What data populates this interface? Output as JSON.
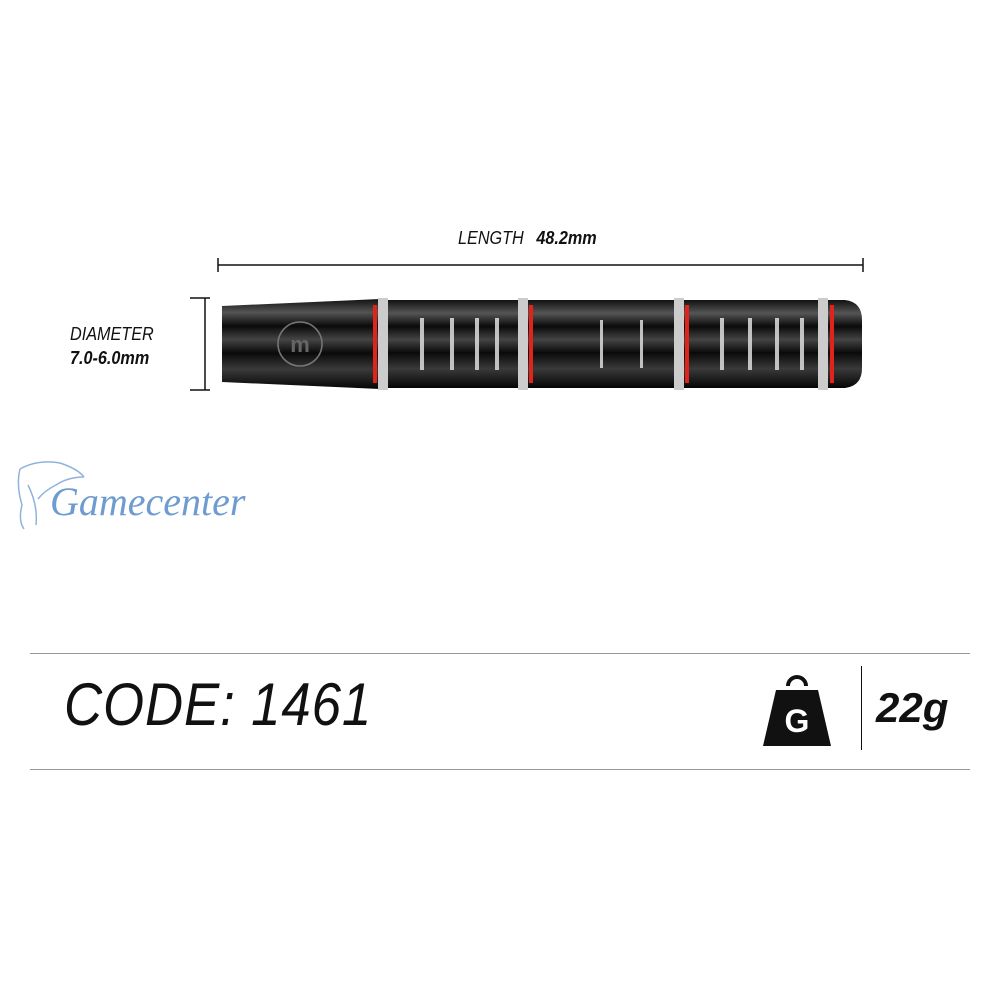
{
  "dimensions": {
    "length_label": "LENGTH",
    "length_value": "48.2mm",
    "diameter_label": "DIAMETER",
    "diameter_value": "7.0-6.0mm"
  },
  "watermark": {
    "text": "Gamecenter"
  },
  "product": {
    "code": "CODE: 1461",
    "weight_icon_letter": "G",
    "weight": "22g"
  },
  "colors": {
    "accent_red": "#e0241b",
    "watermark_blue": "#6e9bd0"
  }
}
